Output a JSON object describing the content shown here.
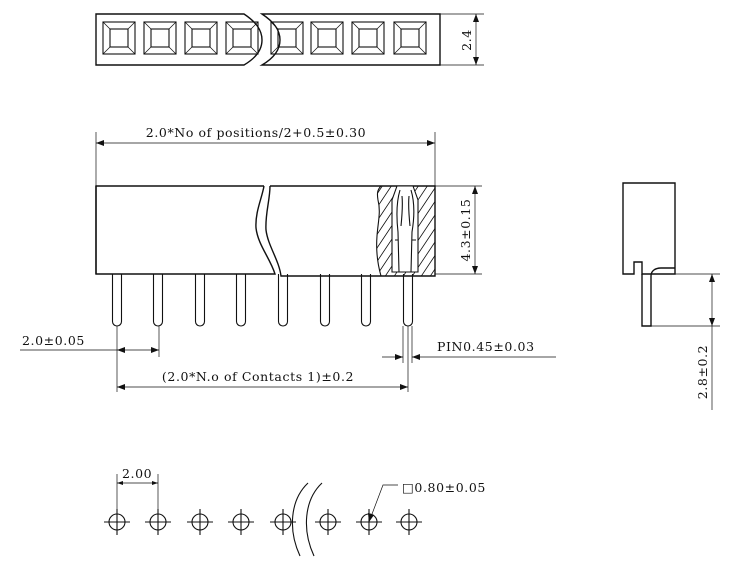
{
  "top_view": {
    "dim_height": "2.4"
  },
  "front_view": {
    "dim_overall_length": "2.0*No of positions/2+0.5±0.30",
    "dim_body_height": "4.3±0.15",
    "dim_pitch": "2.0±0.05",
    "dim_pin_size": "PIN0.45±0.03",
    "dim_contacts_span": "(2.0*N.o of Contacts 1)±0.2"
  },
  "side_view": {
    "dim_tail_length": "2.8±0.2"
  },
  "pcb_layout": {
    "dim_pitch": "2.00",
    "dim_pad": "□0.80±0.05"
  }
}
